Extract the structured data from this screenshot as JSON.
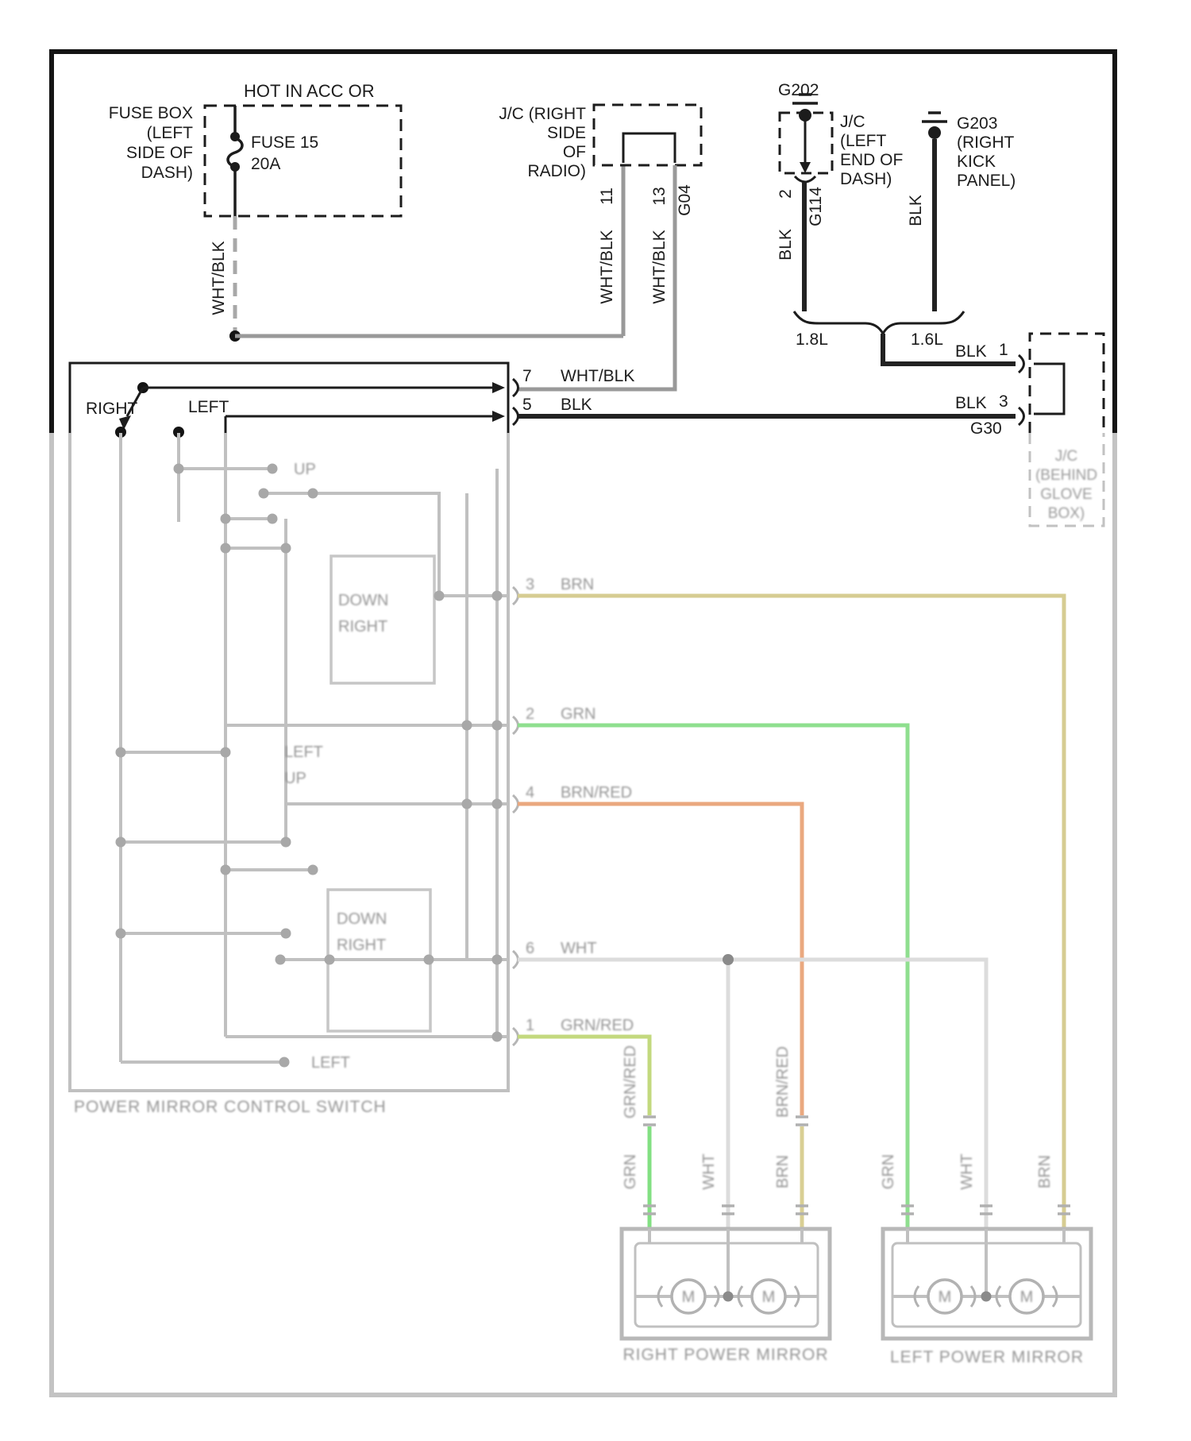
{
  "colors": {
    "line": "#1c1c1c",
    "wht_blk_wire": "#9a9a9a",
    "faded_line": "#bfbfbf",
    "faded_dot": "#a8a8a8",
    "brn": "#d6cc92",
    "grn": "#8fdf8f",
    "brn_red": "#eaa87f",
    "wht": "#dcdcdc",
    "grn_red": "#c3d97e",
    "grn_bright": "#82e082",
    "brn_lower": "#d9cf94"
  },
  "power_source": {
    "hot_label": "HOT IN ACC OR",
    "fuse_box_lines": [
      "FUSE BOX",
      "(LEFT",
      "SIDE OF",
      "DASH)"
    ],
    "fuse_name": "FUSE 15",
    "fuse_rating": "20A",
    "wire_color": "WHT/BLK"
  },
  "radio_jc": {
    "label_lines": [
      "J/C (RIGHT",
      "SIDE",
      "OF",
      "RADIO)"
    ],
    "pin_left": "11",
    "pin_right": "13",
    "wire_left": "WHT/BLK",
    "wire_right": "WHT/BLK",
    "connector_id": "G04"
  },
  "g202": {
    "ground_id": "G202",
    "jc_lines": [
      "J/C",
      "(LEFT",
      "END OF",
      "DASH)"
    ],
    "pin": "2",
    "connector_id": "G114",
    "wire_color": "BLK"
  },
  "g203": {
    "lines": [
      "G203",
      "(RIGHT",
      "KICK",
      "PANEL)"
    ],
    "wire_color": "BLK"
  },
  "engine_variants": {
    "left": "1.8L",
    "right": "1.6L"
  },
  "glove_jc": {
    "wire_top": "BLK",
    "pin_top": "1",
    "wire_bottom": "BLK",
    "pin_bottom": "3",
    "ground_id": "G30",
    "caption_lines": [
      "J/C",
      "(BEHIND",
      "GLOVE",
      "BOX)"
    ]
  },
  "switch": {
    "pos_right": "RIGHT",
    "pos_left": "LEFT",
    "pin7": "7",
    "pin7_wire": "WHT/BLK",
    "pin5": "5",
    "pin5_wire": "BLK",
    "caption": "POWER MIRROR CONTROL SWITCH",
    "labels": {
      "up1": "UP",
      "down1": "DOWN",
      "right1": "RIGHT",
      "left2": "LEFT",
      "up2": "UP",
      "down2": "DOWN",
      "right2": "RIGHT",
      "left3": "LEFT"
    },
    "pins": [
      {
        "num": "3",
        "color": "BRN"
      },
      {
        "num": "2",
        "color": "GRN"
      },
      {
        "num": "4",
        "color": "BRN/RED"
      },
      {
        "num": "6",
        "color": "WHT"
      },
      {
        "num": "1",
        "color": "GRN/RED"
      }
    ]
  },
  "right_mirror": {
    "caption": "RIGHT POWER MIRROR",
    "motor": "M",
    "upper_labels": [
      "GRN/RED",
      "BRN/RED"
    ],
    "lower_labels": [
      "GRN",
      "WHT",
      "BRN"
    ]
  },
  "left_mirror": {
    "caption": "LEFT POWER MIRROR",
    "motor": "M",
    "wire_labels": [
      "GRN",
      "WHT",
      "BRN"
    ]
  }
}
